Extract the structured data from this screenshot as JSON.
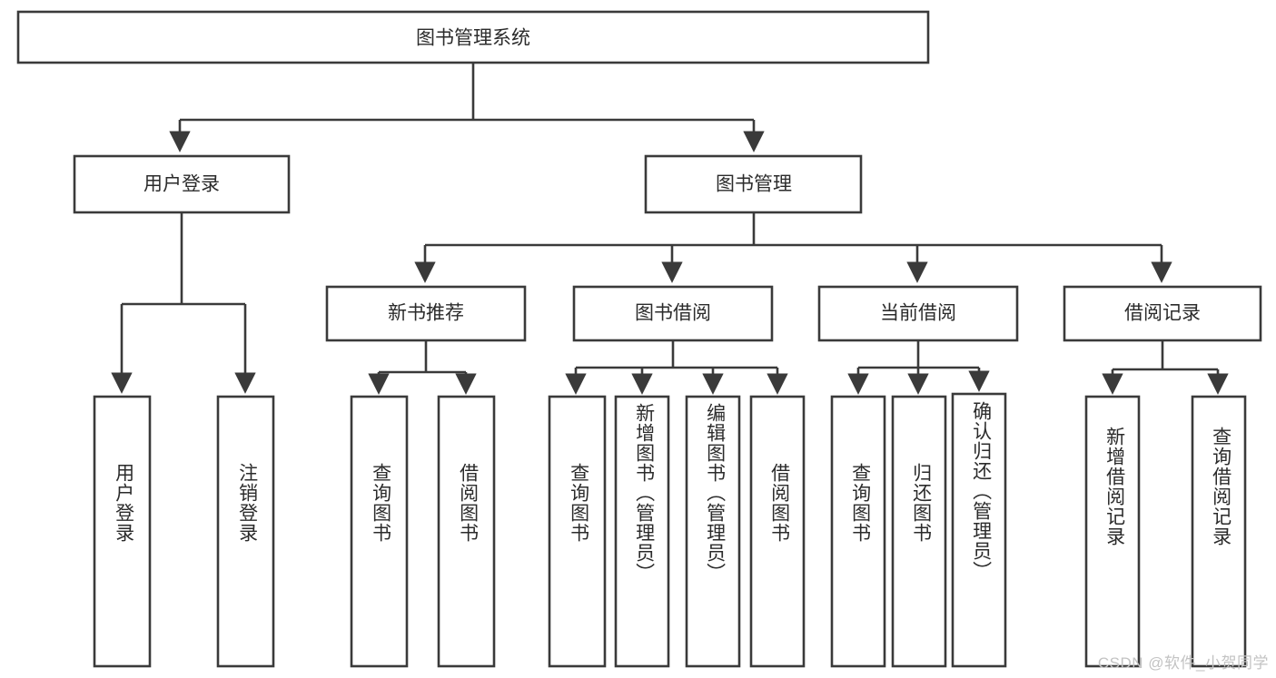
{
  "diagram": {
    "type": "hierarchy-tree",
    "title": "图书管理系统",
    "root": {
      "id": "root",
      "label": "图书管理系统"
    },
    "level1": [
      {
        "id": "user-login",
        "label": "用户登录"
      },
      {
        "id": "book-manage",
        "label": "图书管理"
      }
    ],
    "level2": [
      {
        "id": "new-book-recommend",
        "label": "新书推荐",
        "parent": "book-manage"
      },
      {
        "id": "book-borrow",
        "label": "图书借阅",
        "parent": "book-manage"
      },
      {
        "id": "current-borrow",
        "label": "当前借阅",
        "parent": "book-manage"
      },
      {
        "id": "borrow-record",
        "label": "借阅记录",
        "parent": "book-manage"
      }
    ],
    "leaves": [
      {
        "id": "leaf-user-login",
        "label": "用户登录",
        "parent": "user-login"
      },
      {
        "id": "leaf-logout-login",
        "label": "注销登录",
        "parent": "user-login"
      },
      {
        "id": "leaf-query-book-1",
        "label": "查询图书",
        "parent": "new-book-recommend"
      },
      {
        "id": "leaf-borrow-book-1",
        "label": "借阅图书",
        "parent": "new-book-recommend"
      },
      {
        "id": "leaf-query-book-2",
        "label": "查询图书",
        "parent": "book-borrow"
      },
      {
        "id": "leaf-add-book",
        "label": "新增图书（管理员）",
        "parent": "book-borrow"
      },
      {
        "id": "leaf-edit-book",
        "label": "编辑图书（管理员）",
        "parent": "book-borrow"
      },
      {
        "id": "leaf-borrow-book-2",
        "label": "借阅图书",
        "parent": "book-borrow"
      },
      {
        "id": "leaf-query-book-3",
        "label": "查询图书",
        "parent": "current-borrow"
      },
      {
        "id": "leaf-return-book",
        "label": "归还图书",
        "parent": "current-borrow"
      },
      {
        "id": "leaf-confirm-return",
        "label": "确认归还（管理员）",
        "parent": "current-borrow"
      },
      {
        "id": "leaf-add-record",
        "label": "新增借阅记录",
        "parent": "borrow-record"
      },
      {
        "id": "leaf-query-record",
        "label": "查询借阅记录",
        "parent": "borrow-record"
      }
    ],
    "colors": {
      "stroke": "#3a3a3a",
      "fill": "#ffffff",
      "text": "#2b2b2b",
      "background": "#ffffff",
      "watermark": "#c3c3c3"
    }
  },
  "watermark": {
    "text": "CSDN @软件_小贺同学"
  }
}
